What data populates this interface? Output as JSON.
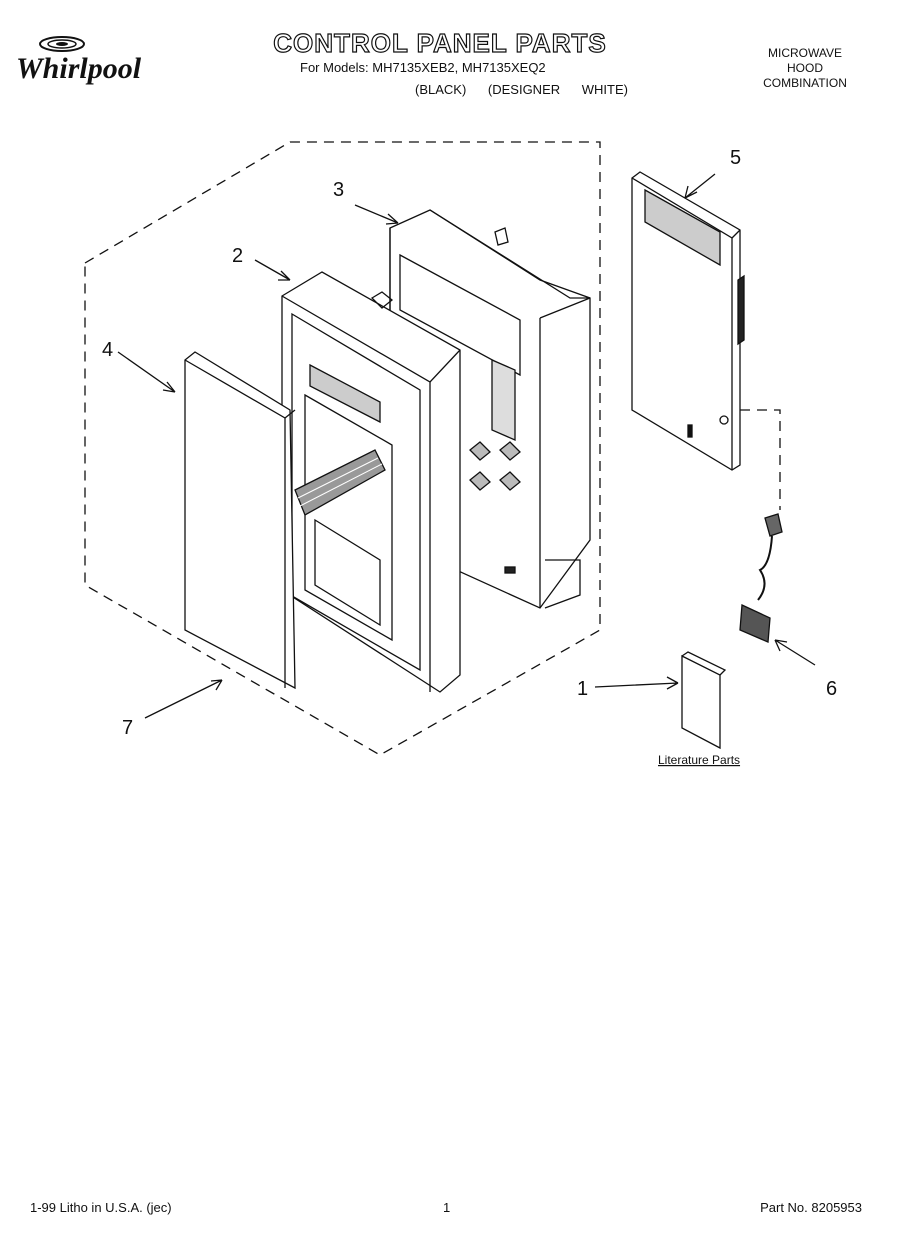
{
  "header": {
    "brand": "Whirlpool",
    "title": "CONTROL PANEL PARTS",
    "models_line": "For Models: MH7135XEB2, MH7135XEQ2",
    "variants_line": "(BLACK) (DESIGNER WHITE)",
    "category_lines": [
      "MICROWAVE",
      "HOOD",
      "COMBINATION"
    ]
  },
  "callouts": [
    "1",
    "2",
    "3",
    "4",
    "5",
    "6",
    "7"
  ],
  "literature_label": "Literature Parts",
  "footer": {
    "left": "1-99 Litho in U.S.A. (jec)",
    "center": "1",
    "right": "Part No. 8205953"
  }
}
